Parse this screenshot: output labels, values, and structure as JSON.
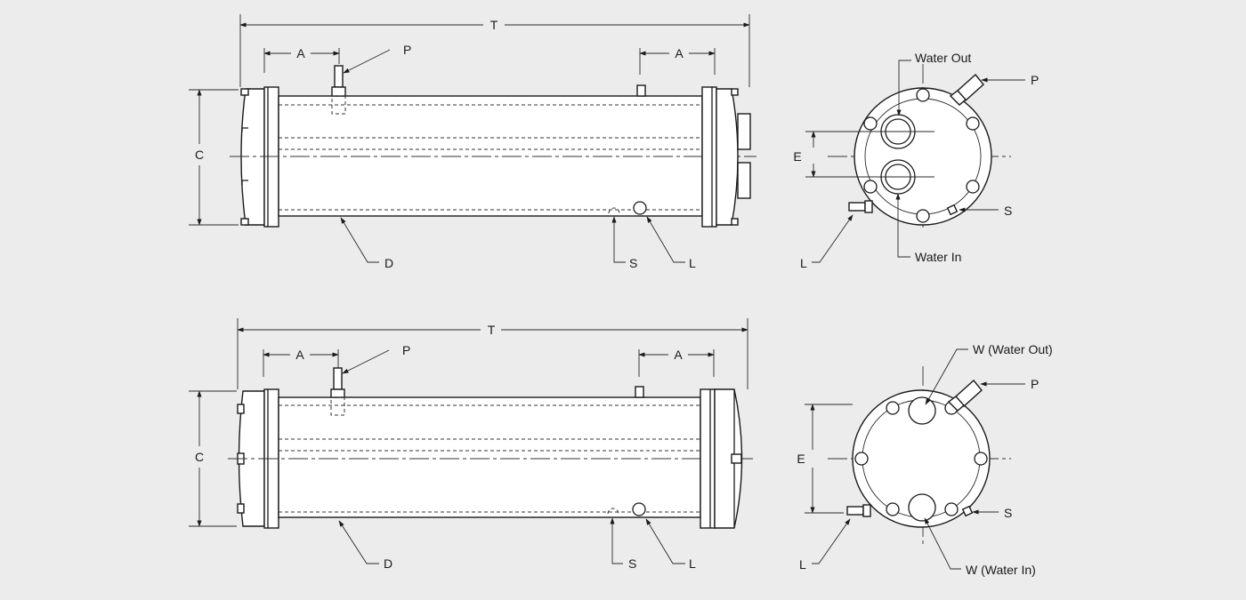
{
  "top_side_view": {
    "labels": {
      "T": "T",
      "A_left": "A",
      "A_right": "A",
      "P": "P",
      "C": "C",
      "D": "D",
      "S": "S",
      "L": "L"
    }
  },
  "top_end_view": {
    "labels": {
      "water_out": "Water Out",
      "P": "P",
      "E": "E",
      "S": "S",
      "L": "L",
      "water_in": "Water In"
    }
  },
  "bottom_side_view": {
    "labels": {
      "T": "T",
      "A_left": "A",
      "A_right": "A",
      "P": "P",
      "C": "C",
      "D": "D",
      "S": "S",
      "L": "L"
    }
  },
  "bottom_end_view": {
    "labels": {
      "water_out": "W (Water Out)",
      "P": "P",
      "E": "E",
      "S": "S",
      "L": "L",
      "water_in": "W (Water In)"
    }
  }
}
